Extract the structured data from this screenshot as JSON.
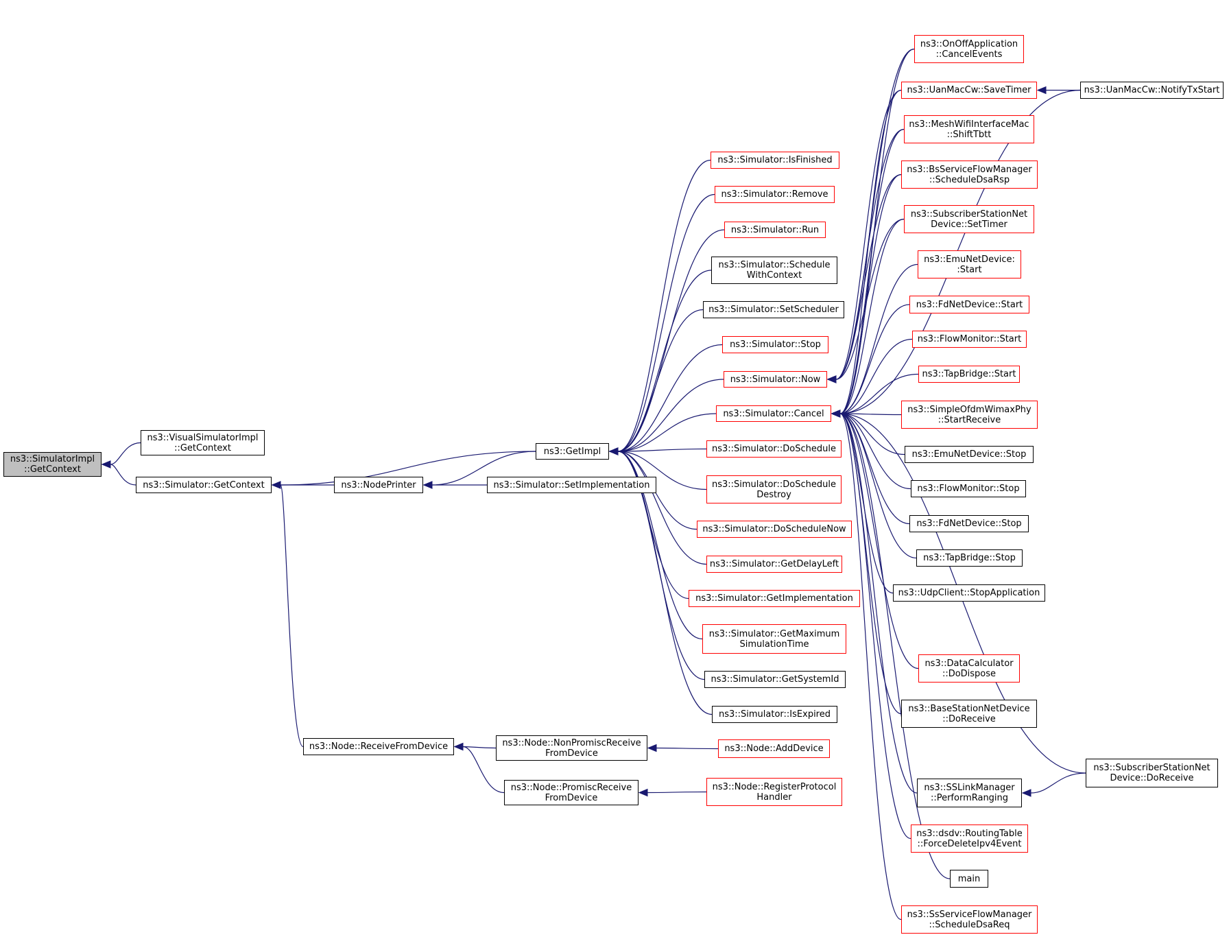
{
  "colors": {
    "edge": "#191970",
    "box_border": "#000000",
    "box_border_truncated": "#ff0000",
    "current_fill": "#bfbfbf"
  },
  "nodes": {
    "sim_impl_getcontext": {
      "line1": "ns3::SimulatorImpl",
      "line2": "::GetContext",
      "style": "current"
    },
    "visual_getcontext": {
      "line1": "ns3::VisualSimulatorImpl",
      "line2": "::GetContext",
      "style": "normal"
    },
    "sim_getcontext": {
      "line1": "ns3::Simulator::GetContext",
      "style": "normal"
    },
    "nodeprinter": {
      "line1": "ns3::NodePrinter",
      "style": "normal"
    },
    "setimplementation": {
      "line1": "ns3::Simulator::SetImplementation",
      "style": "normal"
    },
    "getimpl": {
      "line1": "ns3::GetImpl",
      "style": "normal"
    },
    "isfinished": {
      "line1": "ns3::Simulator::IsFinished",
      "style": "truncated"
    },
    "remove": {
      "line1": "ns3::Simulator::Remove",
      "style": "truncated"
    },
    "run": {
      "line1": "ns3::Simulator::Run",
      "style": "truncated"
    },
    "schedulewithcontext": {
      "line1": "ns3::Simulator::Schedule",
      "line2": "WithContext",
      "style": "normal"
    },
    "setscheduler": {
      "line1": "ns3::Simulator::SetScheduler",
      "style": "normal"
    },
    "stop": {
      "line1": "ns3::Simulator::Stop",
      "style": "truncated"
    },
    "now": {
      "line1": "ns3::Simulator::Now",
      "style": "truncated"
    },
    "cancel": {
      "line1": "ns3::Simulator::Cancel",
      "style": "truncated"
    },
    "doschedule": {
      "line1": "ns3::Simulator::DoSchedule",
      "style": "truncated"
    },
    "doscheduledestroy": {
      "line1": "ns3::Simulator::DoSchedule",
      "line2": "Destroy",
      "style": "truncated"
    },
    "doschedulenow": {
      "line1": "ns3::Simulator::DoScheduleNow",
      "style": "truncated"
    },
    "getdelayleft": {
      "line1": "ns3::Simulator::GetDelayLeft",
      "style": "truncated"
    },
    "getimplementation": {
      "line1": "ns3::Simulator::GetImplementation",
      "style": "truncated"
    },
    "getmaxsimtime": {
      "line1": "ns3::Simulator::GetMaximum",
      "line2": "SimulationTime",
      "style": "truncated"
    },
    "getsystemid": {
      "line1": "ns3::Simulator::GetSystemId",
      "style": "normal"
    },
    "isexpired": {
      "line1": "ns3::Simulator::IsExpired",
      "style": "normal"
    },
    "receivefromdevice": {
      "line1": "ns3::Node::ReceiveFromDevice",
      "style": "normal"
    },
    "nonpromisc": {
      "line1": "ns3::Node::NonPromiscReceive",
      "line2": "FromDevice",
      "style": "normal"
    },
    "promisc": {
      "line1": "ns3::Node::PromiscReceive",
      "line2": "FromDevice",
      "style": "normal"
    },
    "adddevice": {
      "line1": "ns3::Node::AddDevice",
      "style": "truncated"
    },
    "registerprotocolhandler": {
      "line1": "ns3::Node::RegisterProtocol",
      "line2": "Handler",
      "style": "truncated"
    },
    "onoff_cancelevents": {
      "line1": "ns3::OnOffApplication",
      "line2": "::CancelEvents",
      "style": "truncated"
    },
    "uanmaccw_savetimer": {
      "line1": "ns3::UanMacCw::SaveTimer",
      "style": "truncated"
    },
    "uanmaccw_notifytxstart": {
      "line1": "ns3::UanMacCw::NotifyTxStart",
      "style": "normal"
    },
    "meshwifi_shifttbtt": {
      "line1": "ns3::MeshWifiInterfaceMac",
      "line2": "::ShiftTbtt",
      "style": "truncated"
    },
    "bsserviceflow_dsarsp": {
      "line1": "ns3::BsServiceFlowManager",
      "line2": "::ScheduleDsaRsp",
      "style": "truncated"
    },
    "ssnetdevice_settimer": {
      "line1": "ns3::SubscriberStationNet",
      "line2": "Device::SetTimer",
      "style": "truncated"
    },
    "emunetdevice_start": {
      "line1": "ns3::EmuNetDevice:",
      "line2": ":Start",
      "style": "truncated"
    },
    "fdnetdevice_start": {
      "line1": "ns3::FdNetDevice::Start",
      "style": "truncated"
    },
    "flowmonitor_start": {
      "line1": "ns3::FlowMonitor::Start",
      "style": "truncated"
    },
    "tapbridge_start": {
      "line1": "ns3::TapBridge::Start",
      "style": "truncated"
    },
    "simpleofdm_startreceive": {
      "line1": "ns3::SimpleOfdmWimaxPhy",
      "line2": "::StartReceive",
      "style": "truncated"
    },
    "emunetdevice_stop": {
      "line1": "ns3::EmuNetDevice::Stop",
      "style": "normal"
    },
    "flowmonitor_stop": {
      "line1": "ns3::FlowMonitor::Stop",
      "style": "normal"
    },
    "fdnetdevice_stop": {
      "line1": "ns3::FdNetDevice::Stop",
      "style": "normal"
    },
    "tapbridge_stop": {
      "line1": "ns3::TapBridge::Stop",
      "style": "normal"
    },
    "udpclient_stopapplication": {
      "line1": "ns3::UdpClient::StopApplication",
      "style": "normal"
    },
    "datacalculator_dodispose": {
      "line1": "ns3::DataCalculator",
      "line2": "::DoDispose",
      "style": "truncated"
    },
    "basestation_doreceive": {
      "line1": "ns3::BaseStationNetDevice",
      "line2": "::DoReceive",
      "style": "normal"
    },
    "sslinkmanager_performranging": {
      "line1": "ns3::SSLinkManager",
      "line2": "::PerformRanging",
      "style": "normal"
    },
    "ssnetdevice_doreceive": {
      "line1": "ns3::SubscriberStationNet",
      "line2": "Device::DoReceive",
      "style": "normal"
    },
    "dsdv_forcedelete": {
      "line1": "ns3::dsdv::RoutingTable",
      "line2": "::ForceDeleteIpv4Event",
      "style": "truncated"
    },
    "main": {
      "line1": "main",
      "style": "normal"
    },
    "ssserviceflow_dsareq": {
      "line1": "ns3::SsServiceFlowManager",
      "line2": "::ScheduleDsaReq",
      "style": "truncated"
    }
  },
  "edges": [
    [
      "visual_getcontext",
      "sim_impl_getcontext"
    ],
    [
      "sim_getcontext",
      "sim_impl_getcontext"
    ],
    [
      "nodeprinter",
      "sim_getcontext"
    ],
    [
      "getimpl",
      "sim_getcontext"
    ],
    [
      "receivefromdevice",
      "sim_getcontext"
    ],
    [
      "getimpl",
      "nodeprinter"
    ],
    [
      "setimplementation",
      "nodeprinter"
    ],
    [
      "isfinished",
      "getimpl"
    ],
    [
      "remove",
      "getimpl"
    ],
    [
      "run",
      "getimpl"
    ],
    [
      "schedulewithcontext",
      "getimpl"
    ],
    [
      "setscheduler",
      "getimpl"
    ],
    [
      "stop",
      "getimpl"
    ],
    [
      "now",
      "getimpl"
    ],
    [
      "cancel",
      "getimpl"
    ],
    [
      "doschedule",
      "getimpl"
    ],
    [
      "doscheduledestroy",
      "getimpl"
    ],
    [
      "doschedulenow",
      "getimpl"
    ],
    [
      "getdelayleft",
      "getimpl"
    ],
    [
      "getimplementation",
      "getimpl"
    ],
    [
      "getmaxsimtime",
      "getimpl"
    ],
    [
      "getsystemid",
      "getimpl"
    ],
    [
      "isexpired",
      "getimpl"
    ],
    [
      "nonpromisc",
      "receivefromdevice"
    ],
    [
      "promisc",
      "receivefromdevice"
    ],
    [
      "adddevice",
      "nonpromisc"
    ],
    [
      "registerprotocolhandler",
      "promisc"
    ],
    [
      "onoff_cancelevents",
      "now"
    ],
    [
      "uanmaccw_savetimer",
      "now"
    ],
    [
      "meshwifi_shifttbtt",
      "now"
    ],
    [
      "bsserviceflow_dsarsp",
      "now"
    ],
    [
      "ssnetdevice_settimer",
      "now"
    ],
    [
      "onoff_cancelevents",
      "cancel"
    ],
    [
      "uanmaccw_savetimer",
      "cancel"
    ],
    [
      "meshwifi_shifttbtt",
      "cancel"
    ],
    [
      "bsserviceflow_dsarsp",
      "cancel"
    ],
    [
      "ssnetdevice_settimer",
      "cancel"
    ],
    [
      "emunetdevice_start",
      "cancel"
    ],
    [
      "fdnetdevice_start",
      "cancel"
    ],
    [
      "flowmonitor_start",
      "cancel"
    ],
    [
      "tapbridge_start",
      "cancel"
    ],
    [
      "simpleofdm_startreceive",
      "cancel"
    ],
    [
      "emunetdevice_stop",
      "cancel"
    ],
    [
      "flowmonitor_stop",
      "cancel"
    ],
    [
      "fdnetdevice_stop",
      "cancel"
    ],
    [
      "tapbridge_stop",
      "cancel"
    ],
    [
      "udpclient_stopapplication",
      "cancel"
    ],
    [
      "datacalculator_dodispose",
      "cancel"
    ],
    [
      "basestation_doreceive",
      "cancel"
    ],
    [
      "sslinkmanager_performranging",
      "cancel"
    ],
    [
      "dsdv_forcedelete",
      "cancel"
    ],
    [
      "main",
      "cancel"
    ],
    [
      "ssserviceflow_dsareq",
      "cancel"
    ],
    [
      "uanmaccw_notifytxstart",
      "cancel"
    ],
    [
      "ssnetdevice_doreceive",
      "cancel"
    ],
    [
      "uanmaccw_notifytxstart",
      "uanmaccw_savetimer"
    ],
    [
      "ssnetdevice_doreceive",
      "sslinkmanager_performranging"
    ]
  ]
}
